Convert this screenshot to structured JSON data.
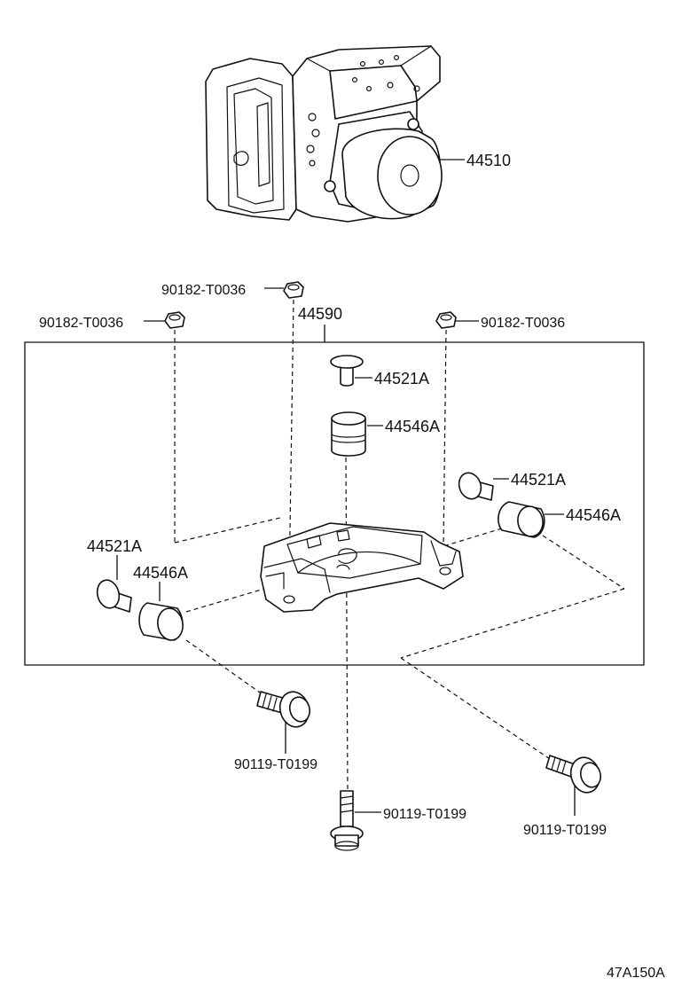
{
  "labels": {
    "abs_actuator": "44510",
    "bracket_assy": "44590",
    "nut_top_center": "90182-T0036",
    "nut_top_left": "90182-T0036",
    "nut_top_right": "90182-T0036",
    "bolt_cushion_top": "44521A",
    "cushion_top": "44546A",
    "bolt_cushion_right": "44521A",
    "cushion_right": "44546A",
    "bolt_cushion_left": "44521A",
    "cushion_left": "44546A",
    "bolt_bottom_left": "90119-T0199",
    "bolt_bottom_center": "90119-T0199",
    "bolt_bottom_right": "90119-T0199",
    "figure_code": "47A150A"
  }
}
